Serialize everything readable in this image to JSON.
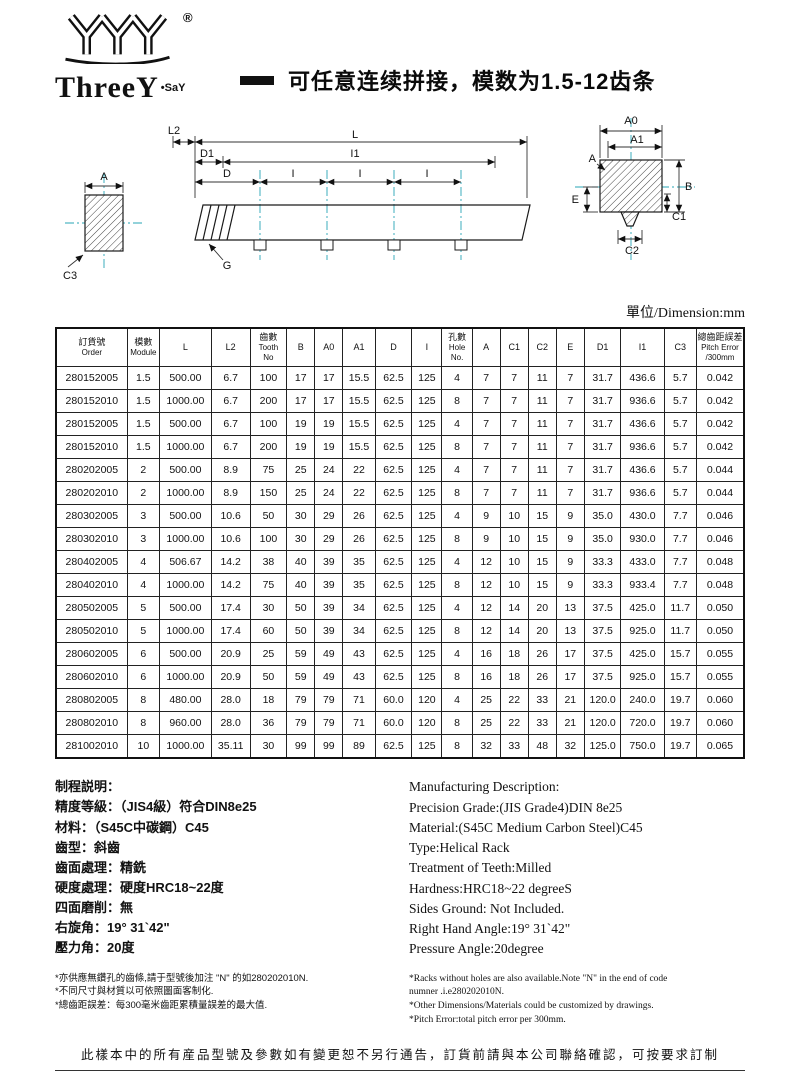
{
  "header": {
    "brand": "ThreeY",
    "brand_suffix": "•SaY",
    "registered_mark": "®",
    "tagline": "可任意连续拼接，模数为1.5-12齿条"
  },
  "drawing": {
    "labels": {
      "A": "A",
      "A0": "A0",
      "A1": "A1",
      "B": "B",
      "C1": "C1",
      "C2": "C2",
      "C3": "C3",
      "D": "D",
      "D1": "D1",
      "E": "E",
      "G": "G",
      "I": "I",
      "I1": "I1",
      "L": "L",
      "L2": "L2"
    },
    "unit_label": "單位/Dimension:mm"
  },
  "table": {
    "headers": [
      {
        "l1": "訂貨號",
        "l2": "Order",
        "l3": ""
      },
      {
        "l1": "模數",
        "l2": "Module",
        "l3": ""
      },
      {
        "l1": "L",
        "l2": "",
        "l3": ""
      },
      {
        "l1": "L2",
        "l2": "",
        "l3": ""
      },
      {
        "l1": "齒數",
        "l2": "Tooth",
        "l3": "No"
      },
      {
        "l1": "B",
        "l2": "",
        "l3": ""
      },
      {
        "l1": "A0",
        "l2": "",
        "l3": ""
      },
      {
        "l1": "A1",
        "l2": "",
        "l3": ""
      },
      {
        "l1": "D",
        "l2": "",
        "l3": ""
      },
      {
        "l1": "I",
        "l2": "",
        "l3": ""
      },
      {
        "l1": "孔數",
        "l2": "Hole",
        "l3": "No."
      },
      {
        "l1": "A",
        "l2": "",
        "l3": ""
      },
      {
        "l1": "C1",
        "l2": "",
        "l3": ""
      },
      {
        "l1": "C2",
        "l2": "",
        "l3": ""
      },
      {
        "l1": "E",
        "l2": "",
        "l3": ""
      },
      {
        "l1": "D1",
        "l2": "",
        "l3": ""
      },
      {
        "l1": "I1",
        "l2": "",
        "l3": ""
      },
      {
        "l1": "C3",
        "l2": "",
        "l3": ""
      },
      {
        "l1": "總齒距誤差",
        "l2": "Pitch Error",
        "l3": "/300mm"
      }
    ],
    "rows": [
      [
        "280152005",
        "1.5",
        "500.00",
        "6.7",
        "100",
        "17",
        "17",
        "15.5",
        "62.5",
        "125",
        "4",
        "7",
        "7",
        "11",
        "7",
        "31.7",
        "436.6",
        "5.7",
        "0.042"
      ],
      [
        "280152010",
        "1.5",
        "1000.00",
        "6.7",
        "200",
        "17",
        "17",
        "15.5",
        "62.5",
        "125",
        "8",
        "7",
        "7",
        "11",
        "7",
        "31.7",
        "936.6",
        "5.7",
        "0.042"
      ],
      [
        "280152005",
        "1.5",
        "500.00",
        "6.7",
        "100",
        "19",
        "19",
        "15.5",
        "62.5",
        "125",
        "4",
        "7",
        "7",
        "11",
        "7",
        "31.7",
        "436.6",
        "5.7",
        "0.042"
      ],
      [
        "280152010",
        "1.5",
        "1000.00",
        "6.7",
        "200",
        "19",
        "19",
        "15.5",
        "62.5",
        "125",
        "8",
        "7",
        "7",
        "11",
        "7",
        "31.7",
        "936.6",
        "5.7",
        "0.042"
      ],
      [
        "280202005",
        "2",
        "500.00",
        "8.9",
        "75",
        "25",
        "24",
        "22",
        "62.5",
        "125",
        "4",
        "7",
        "7",
        "11",
        "7",
        "31.7",
        "436.6",
        "5.7",
        "0.044"
      ],
      [
        "280202010",
        "2",
        "1000.00",
        "8.9",
        "150",
        "25",
        "24",
        "22",
        "62.5",
        "125",
        "8",
        "7",
        "7",
        "11",
        "7",
        "31.7",
        "936.6",
        "5.7",
        "0.044"
      ],
      [
        "280302005",
        "3",
        "500.00",
        "10.6",
        "50",
        "30",
        "29",
        "26",
        "62.5",
        "125",
        "4",
        "9",
        "10",
        "15",
        "9",
        "35.0",
        "430.0",
        "7.7",
        "0.046"
      ],
      [
        "280302010",
        "3",
        "1000.00",
        "10.6",
        "100",
        "30",
        "29",
        "26",
        "62.5",
        "125",
        "8",
        "9",
        "10",
        "15",
        "9",
        "35.0",
        "930.0",
        "7.7",
        "0.046"
      ],
      [
        "280402005",
        "4",
        "506.67",
        "14.2",
        "38",
        "40",
        "39",
        "35",
        "62.5",
        "125",
        "4",
        "12",
        "10",
        "15",
        "9",
        "33.3",
        "433.0",
        "7.7",
        "0.048"
      ],
      [
        "280402010",
        "4",
        "1000.00",
        "14.2",
        "75",
        "40",
        "39",
        "35",
        "62.5",
        "125",
        "8",
        "12",
        "10",
        "15",
        "9",
        "33.3",
        "933.4",
        "7.7",
        "0.048"
      ],
      [
        "280502005",
        "5",
        "500.00",
        "17.4",
        "30",
        "50",
        "39",
        "34",
        "62.5",
        "125",
        "4",
        "12",
        "14",
        "20",
        "13",
        "37.5",
        "425.0",
        "11.7",
        "0.050"
      ],
      [
        "280502010",
        "5",
        "1000.00",
        "17.4",
        "60",
        "50",
        "39",
        "34",
        "62.5",
        "125",
        "8",
        "12",
        "14",
        "20",
        "13",
        "37.5",
        "925.0",
        "11.7",
        "0.050"
      ],
      [
        "280602005",
        "6",
        "500.00",
        "20.9",
        "25",
        "59",
        "49",
        "43",
        "62.5",
        "125",
        "4",
        "16",
        "18",
        "26",
        "17",
        "37.5",
        "425.0",
        "15.7",
        "0.055"
      ],
      [
        "280602010",
        "6",
        "1000.00",
        "20.9",
        "50",
        "59",
        "49",
        "43",
        "62.5",
        "125",
        "8",
        "16",
        "18",
        "26",
        "17",
        "37.5",
        "925.0",
        "15.7",
        "0.055"
      ],
      [
        "280802005",
        "8",
        "480.00",
        "28.0",
        "18",
        "79",
        "79",
        "71",
        "60.0",
        "120",
        "4",
        "25",
        "22",
        "33",
        "21",
        "120.0",
        "240.0",
        "19.7",
        "0.060"
      ],
      [
        "280802010",
        "8",
        "960.00",
        "28.0",
        "36",
        "79",
        "79",
        "71",
        "60.0",
        "120",
        "8",
        "25",
        "22",
        "33",
        "21",
        "120.0",
        "720.0",
        "19.7",
        "0.060"
      ],
      [
        "281002010",
        "10",
        "1000.00",
        "35.11",
        "30",
        "99",
        "99",
        "89",
        "62.5",
        "125",
        "8",
        "32",
        "33",
        "48",
        "32",
        "125.0",
        "750.0",
        "19.7",
        "0.065"
      ]
    ]
  },
  "specs_cn": {
    "heading": "制程説明：",
    "lines": [
      "精度等級：（JIS4級）符合DIN8e25",
      "材料：（S45C中碳鋼）C45",
      "齒型：斜齒",
      "齒面處理：精銑",
      "硬度處理：硬度HRC18~22度",
      "四面磨削：無",
      "右旋角：19° 31`42\"",
      "壓力角：20度"
    ]
  },
  "specs_en": {
    "heading": "Manufacturing Description:",
    "lines": [
      "Precision Grade:(JIS Grade4)DIN 8e25",
      "Material:(S45C Medium Carbon Steel)C45",
      "Type:Helical Rack",
      "Treatment of Teeth:Milled",
      "Hardness:HRC18~22 degreeS",
      "Sides Ground: Not Included.",
      "Right Hand Angle:19° 31`42\"",
      "Pressure Angle:20degree"
    ]
  },
  "notes_cn": [
    "*亦供應無鑽孔的齒條,請于型號後加注 \"N\" 的如280202010N.",
    "*不同尺寸與材質以可依照圖面客制化.",
    "*總齒距誤差：每300毫米齒距累積量誤差的最大值."
  ],
  "notes_en": [
    "*Racks without holes are also available.Note \"N\" in the end of code\n  numner .i.e280202010N.",
    "*Other Dimensions/Materials could be customized by drawings.",
    "*Pitch Error:total pitch error per 300mm."
  ],
  "footer": "此樣本中的所有産品型號及參數如有變更恕不另行通告，訂貨前請與本公司聯絡確認，可按要求訂制"
}
